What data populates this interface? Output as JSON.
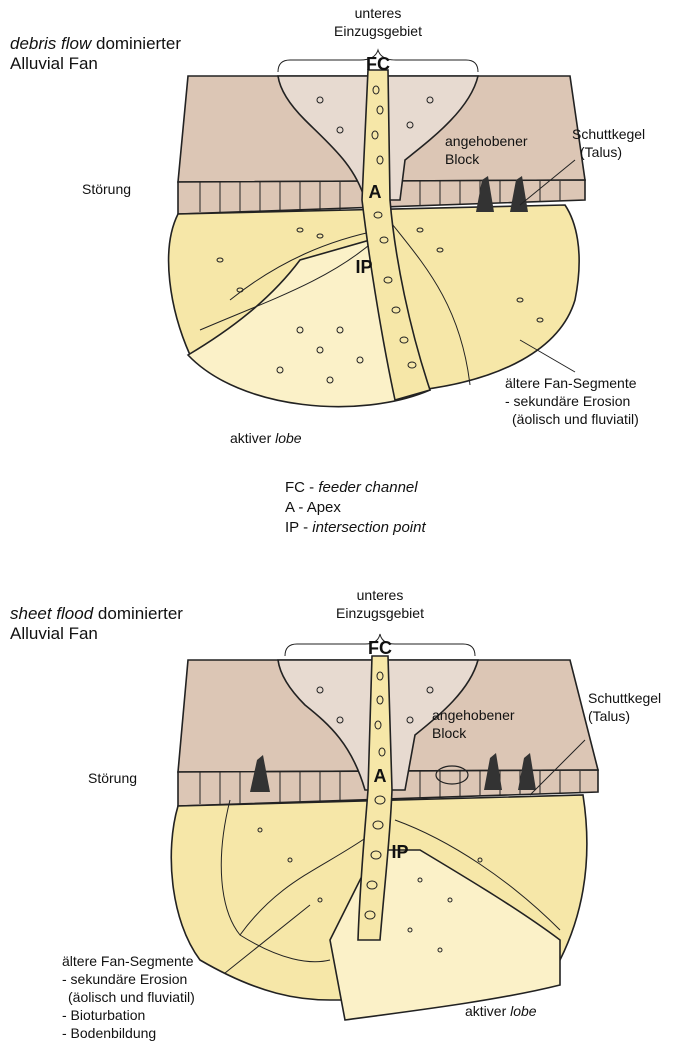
{
  "top": {
    "title_italic": "debris flow",
    "title_rest": " dominierter",
    "title_line2": "Alluvial Fan",
    "catchment_line1": "unteres",
    "catchment_line2": "Einzugsgebiet",
    "fc": "FC",
    "a": "A",
    "ip": "IP",
    "uplifted_line1": "angehobener",
    "uplifted_line2": "Block",
    "talus_line1": "Schuttkegel",
    "talus_line2": "(Talus)",
    "fault": "Störung",
    "older_line1": "ältere Fan-Segmente",
    "older_line2": "- sekundäre Erosion",
    "older_line3": "(äolisch und fluviatil)",
    "active_prefix": "aktiver ",
    "active_italic": "lobe"
  },
  "legend": [
    {
      "abbr": "FC",
      "sep": " - ",
      "text": "feeder channel",
      "italic": true
    },
    {
      "abbr": "A",
      "sep": "   - ",
      "text": "Apex",
      "italic": false
    },
    {
      "abbr": "IP",
      "sep": "  - ",
      "text": "intersection point",
      "italic": true
    }
  ],
  "bottom": {
    "title_italic": "sheet flood",
    "title_rest": " dominierter",
    "title_line2": "Alluvial Fan",
    "catchment_line1": "unteres",
    "catchment_line2": "Einzugsgebiet",
    "fc": "FC",
    "a": "A",
    "ip": "IP",
    "uplifted_line1": "angehobener",
    "uplifted_line2": "Block",
    "talus_line1": "Schuttkegel",
    "talus_line2": "(Talus)",
    "fault": "Störung",
    "older_line1": "ältere Fan-Segmente",
    "older_line2": "- sekundäre Erosion",
    "older_line3": "(äolisch und fluviatil)",
    "older_line4": "- Bioturbation",
    "older_line5": "- Bodenbildung",
    "active_prefix": "aktiver ",
    "active_italic": "lobe"
  },
  "colors": {
    "block": "#dcc6b5",
    "catchment": "#e7dad0",
    "fan": "#f6e7a8",
    "fan_active": "#fbf1c8",
    "channel": "#f6e7a8",
    "outline": "#222222"
  }
}
